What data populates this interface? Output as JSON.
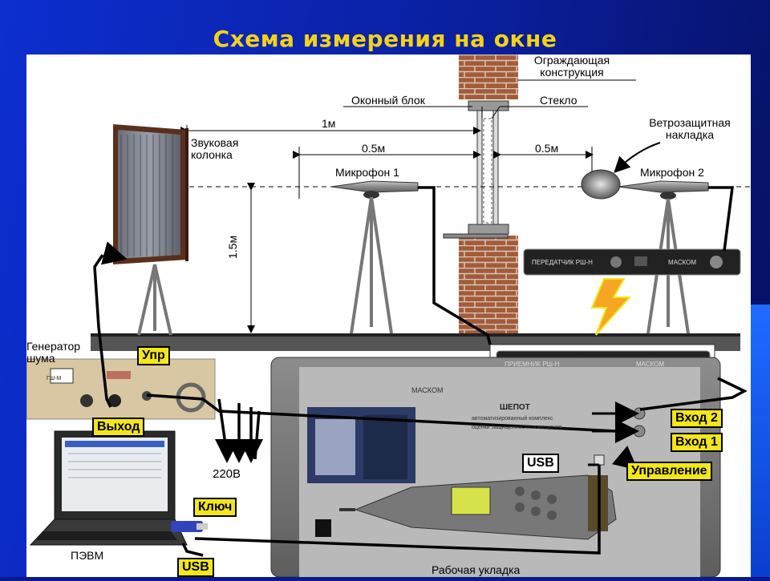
{
  "title": "Схема измерения на окне",
  "labels": {
    "enclosing_structure": "Ограждающая\nконструкция",
    "window_block": "Оконный блок",
    "glass": "Стекло",
    "wind_cover": "Ветрозащитная\nнакладка",
    "speaker": "Звуковая\nколонка",
    "dim_1m": "1м",
    "dim_05m_left": "0.5м",
    "dim_05m_right": "0.5м",
    "dim_15m": "1.5м",
    "mic1": "Микрофон 1",
    "mic2": "Микрофон 2",
    "noise_gen": "Генератор\nшума",
    "power": "220В",
    "pc": "ПЭВМ",
    "work_case": "Рабочая укладка"
  },
  "tags": {
    "upr": "Упр",
    "output": "Выход",
    "key": "Ключ",
    "usb_bottom": "USB",
    "usb_case": "USB",
    "input2": "Вход 2",
    "input1": "Вход 1",
    "control": "Управление"
  },
  "device_text": {
    "transmitter": "ПЕРЕДАТЧИК РШ-Н",
    "receiver": "ПРИЕМНИК РШ-Н",
    "brand": "МАСКОМ",
    "case_name": "ШЕПОТ",
    "case_sub1": "автоматизированный комплекс",
    "case_sub2": "оценки защищенности помещения",
    "gen_model": "ГШ-М"
  },
  "colors": {
    "title": "#f3d21a",
    "tag_yellow": "#f3e619",
    "background": "#0a1f9e",
    "brick": "#9b5a3a"
  }
}
